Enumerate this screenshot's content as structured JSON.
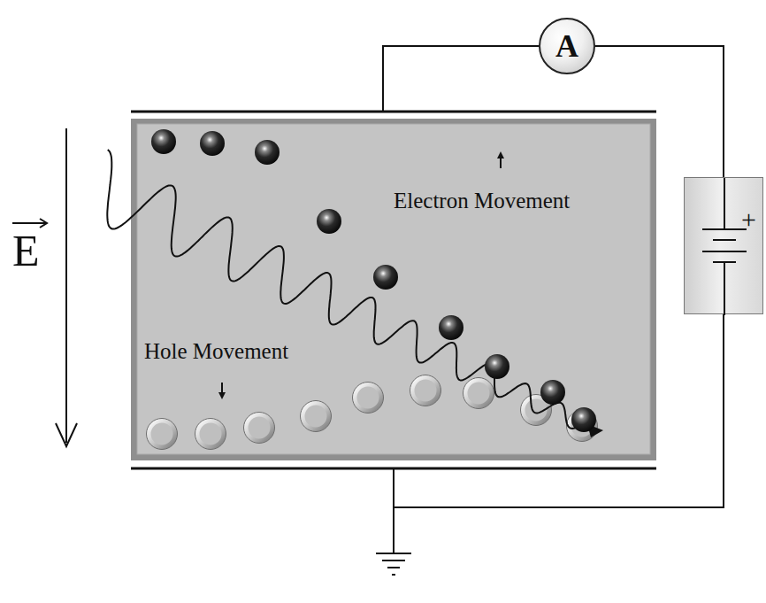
{
  "diagram": {
    "nodes": [
      {
        "text": [
          "A"
        ]
      },
      {
        "text": [
          "Electron Movement",
          "Hole Movement"
        ]
      },
      {
        "text": [
          "+"
        ]
      }
    ],
    "edges": [
      {
        "from": 0,
        "to": 1,
        "arrow": "none"
      },
      {
        "from": 0,
        "to": 2,
        "arrow": "none"
      },
      {
        "from": 2,
        "to": 1,
        "arrow": "none"
      }
    ],
    "labels": [
      "E"
    ]
  }
}
